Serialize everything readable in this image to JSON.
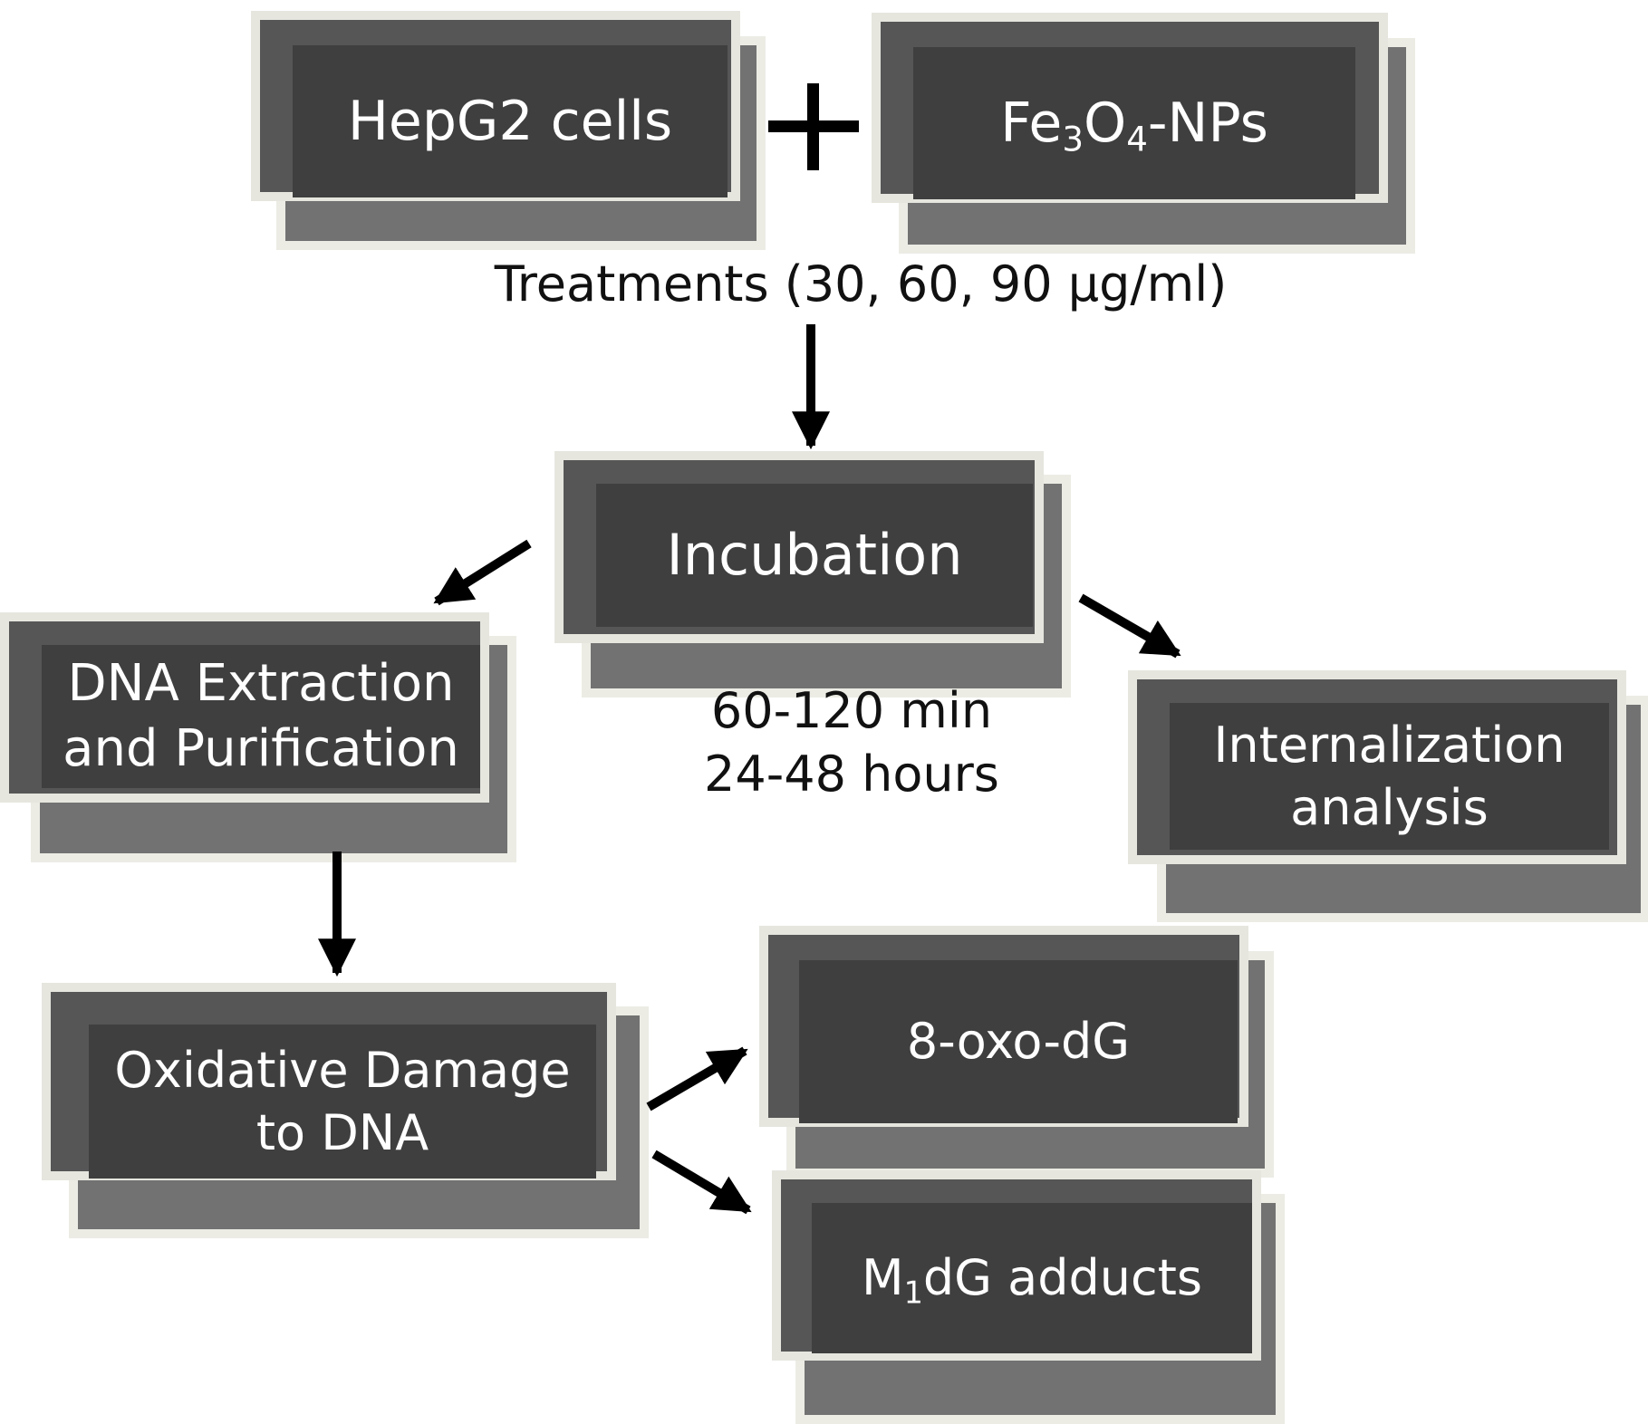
{
  "nodes": {
    "hepg2": {
      "label": "HepG2 cells"
    },
    "fe3o4": {
      "base": "Fe",
      "sub1": "3",
      "mid": "O",
      "sub2": "4",
      "tail": "-NPs"
    },
    "incubation": {
      "label": "Incubation"
    },
    "dna_extraction": {
      "line1": "DNA Extraction",
      "line2": "and Purification"
    },
    "internalization": {
      "line1": "Internalization",
      "line2": "analysis"
    },
    "oxidative": {
      "line1": "Oxidative Damage",
      "line2": "to DNA"
    },
    "oxo_dg": {
      "label": "8-oxo-dG"
    },
    "m1dg": {
      "base": "M",
      "sub": "1",
      "tail": "dG adducts"
    }
  },
  "operators": {
    "plus": "+"
  },
  "captions": {
    "treatments": "Treatments (30, 60, 90 µg/ml)",
    "incubation_time_1": "60-120 min",
    "incubation_time_2": "24-48 hours"
  },
  "colors": {
    "box_front": "#3f3f3f",
    "box_middle": "#565656",
    "box_back": "#727272",
    "box_border": "#ecece5",
    "box_text": "#ffffff",
    "arrow": "#000000"
  }
}
